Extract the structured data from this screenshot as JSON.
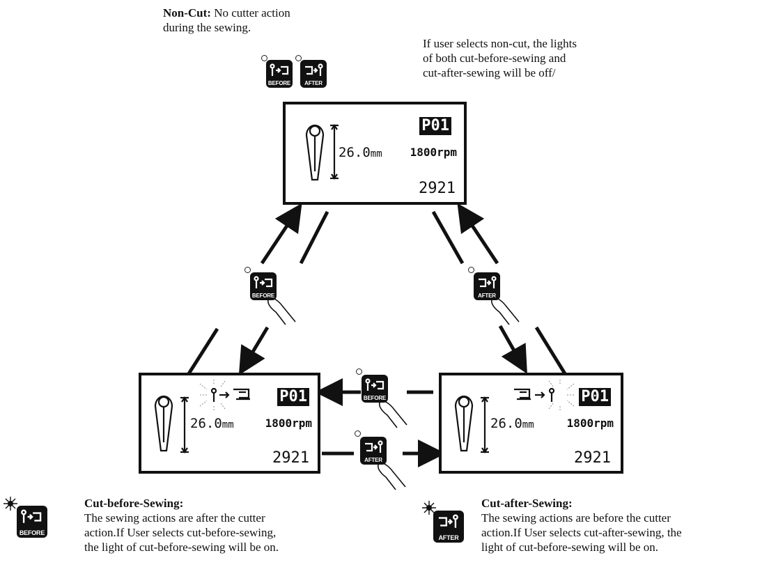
{
  "notes": {
    "noncut": {
      "title": "Non-Cut:",
      "line1_rest": " No cutter action",
      "line2": "during the sewing."
    },
    "noncut_detail": {
      "lines": [
        "If user selects non-cut, the lights",
        "of both cut-before-sewing and",
        "cut-after-sewing will be off/"
      ]
    },
    "cut_before": {
      "title": "Cut-before-Sewing:",
      "lines": [
        "The sewing actions are after the cutter",
        "action.If User selects cut-before-sewing,",
        "the light of cut-before-sewing will be on."
      ]
    },
    "cut_after": {
      "title": "Cut-after-Sewing:",
      "lines": [
        "The sewing actions are before the cutter",
        "action.If User selects cut-after-sewing, the",
        "light of cut-before-sewing will be on."
      ]
    }
  },
  "screens": {
    "top": {
      "length": "26.0",
      "unit": "mm",
      "program": "P01",
      "speed": "1800rpm",
      "count": "2921"
    },
    "left": {
      "length": "26.0",
      "unit": "mm",
      "program": "P01",
      "speed": "1800rpm",
      "count": "2921"
    },
    "right": {
      "length": "26.0",
      "unit": "mm",
      "program": "P01",
      "speed": "1800rpm",
      "count": "2921"
    }
  },
  "keys": {
    "before_label": "BEFORE",
    "after_label": "AFTER"
  }
}
